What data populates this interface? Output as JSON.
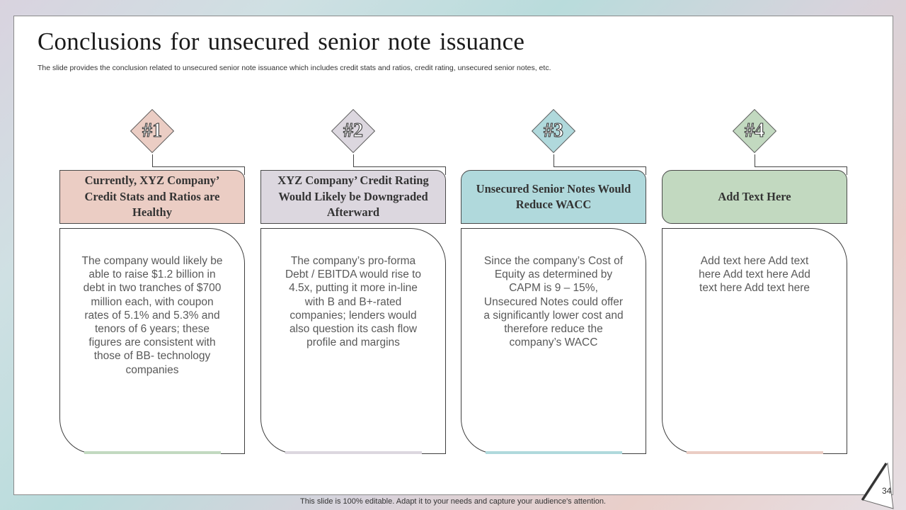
{
  "slide": {
    "title": "Conclusions for unsecured senior note issuance",
    "subtitle": "The slide provides the conclusion related to unsecured senior note issuance which includes credit stats and ratios, credit rating, unsecured senior notes, etc."
  },
  "columns": [
    {
      "number": "#1",
      "heading": "Currently, XYZ Company’ Credit Stats and Ratios are Healthy",
      "body": "The company would likely be able to raise $1.2 billion in debt in two tranches of $700 million each, with coupon rates of 5.1% and 5.3% and tenors of 6 years; these figures are consistent with those of BB- technology companies",
      "color": "#ebcdc4"
    },
    {
      "number": "#2",
      "heading": "XYZ Company’ Credit Rating Would Likely be Downgraded Afterward",
      "body": "The company’s pro-forma Debt / EBITDA would rise to 4.5x, putting it more in-line with B and B+-rated companies; lenders would also question its cash flow profile and margins",
      "color": "#dcd7df"
    },
    {
      "number": "#3",
      "heading": "Unsecured Senior Notes Would Reduce WACC",
      "body": "Since the company’s Cost of Equity as determined by CAPM is 9 – 15%, Unsecured Notes could offer a significantly lower cost and therefore reduce the company’s WACC",
      "color": "#b0d9dc"
    },
    {
      "number": "#4",
      "heading": "Add Text Here",
      "body": "Add text here Add text here Add text here Add text here Add text here",
      "color": "#c2d9c0"
    }
  ],
  "accent_lines": [
    "#c2d9c0",
    "#dcd7df",
    "#b0d9dc",
    "#ebcdc4"
  ],
  "footer": "This slide is 100% editable. Adapt it to your needs and capture your audience's attention.",
  "page_number": "34"
}
